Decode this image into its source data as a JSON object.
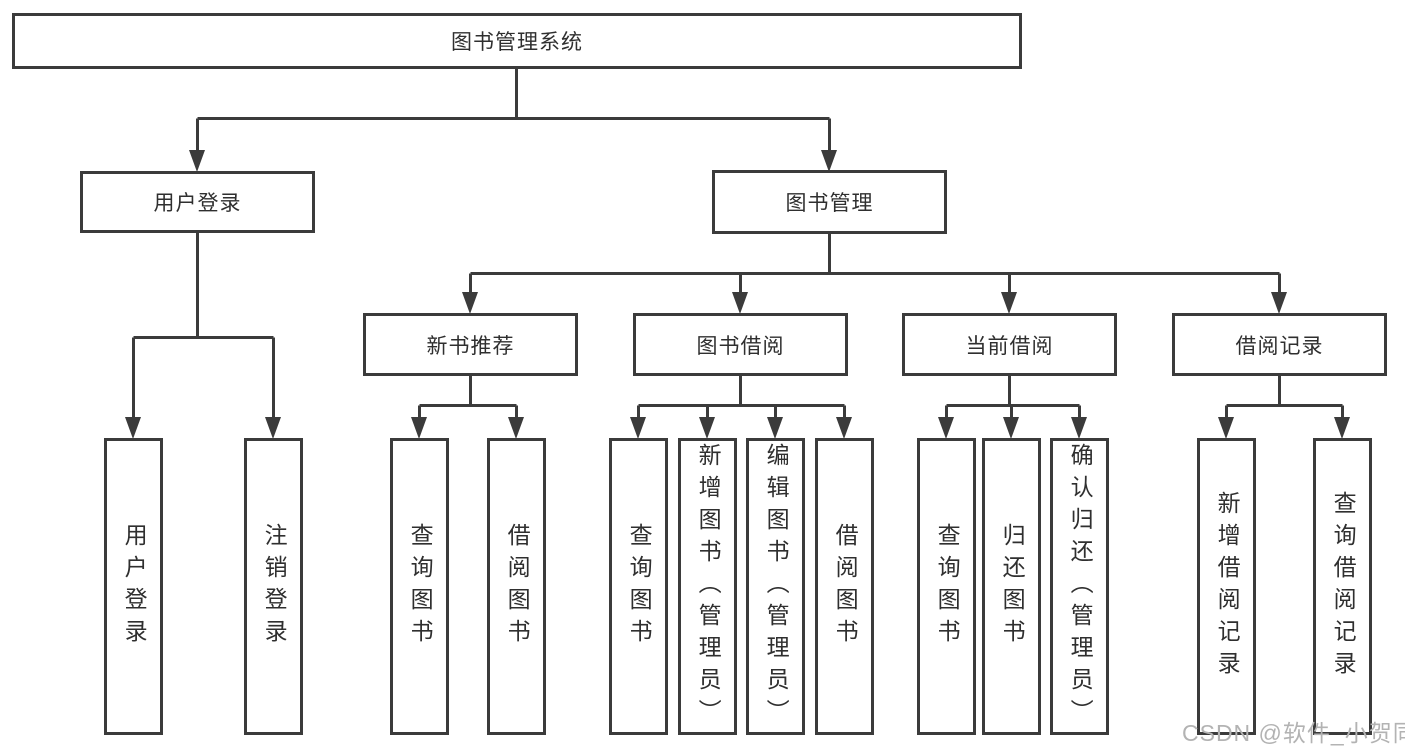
{
  "tree": {
    "root": {
      "label": "图书管理系统"
    },
    "level2": [
      {
        "label": "用户登录"
      },
      {
        "label": "图书管理"
      }
    ],
    "level3": [
      {
        "label": "新书推荐"
      },
      {
        "label": "图书借阅"
      },
      {
        "label": "当前借阅"
      },
      {
        "label": "借阅记录"
      }
    ],
    "leaves": {
      "user_login": [
        {
          "label": "用户登录"
        },
        {
          "label": "注销登录"
        }
      ],
      "new_book_recommend": [
        {
          "label": "查询图书"
        },
        {
          "label": "借阅图书"
        }
      ],
      "book_borrow": [
        {
          "label": "查询图书"
        },
        {
          "label": "新增图书（管理员）"
        },
        {
          "label": "编辑图书（管理员）"
        },
        {
          "label": "借阅图书"
        }
      ],
      "current_borrow": [
        {
          "label": "查询图书"
        },
        {
          "label": "归还图书"
        },
        {
          "label": "确认归还（管理员）"
        }
      ],
      "borrow_records": [
        {
          "label": "新增借阅记录"
        },
        {
          "label": "查询借阅记录"
        }
      ]
    }
  },
  "watermark": {
    "text": "CSDN @软件_小贺同学"
  },
  "colors": {
    "line": "#3b3b3b",
    "text": "#2f2f2f",
    "watermark": "#b3b3b3",
    "background": "#ffffff"
  }
}
